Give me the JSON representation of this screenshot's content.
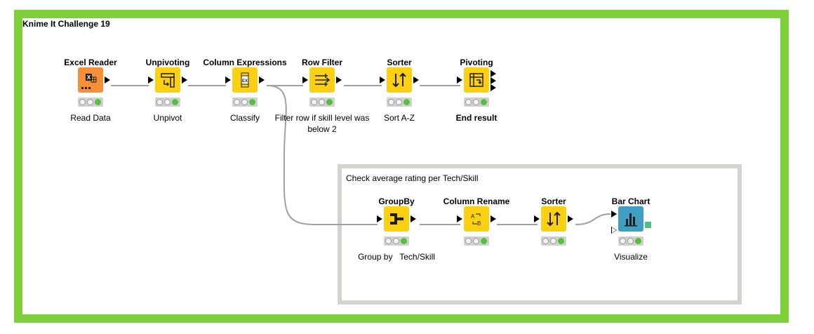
{
  "workflow": {
    "title": "Knime It Challenge 19"
  },
  "annotation_box": {
    "title": "Check average rating per Tech/Skill"
  },
  "nodes": {
    "excel_reader": {
      "name": "Excel Reader",
      "annotation": "Read Data"
    },
    "unpivoting": {
      "name": "Unpivoting",
      "annotation": "Unpivot"
    },
    "column_expressions": {
      "name": "Column Expressions",
      "annotation": "Classify"
    },
    "row_filter": {
      "name": "Row Filter",
      "annotation": "Filter row if skill level was below 2"
    },
    "sorter1": {
      "name": "Sorter",
      "annotation": "Sort A-Z"
    },
    "pivoting": {
      "name": "Pivoting",
      "annotation": "End result"
    },
    "groupby": {
      "name": "GroupBy",
      "annotation": "Group by   Tech/Skill"
    },
    "column_rename": {
      "name": "Column Rename",
      "annotation": ""
    },
    "sorter2": {
      "name": "Sorter",
      "annotation": ""
    },
    "bar_chart": {
      "name": "Bar Chart",
      "annotation": "Visualize"
    }
  },
  "colors": {
    "frame": "#7ed03a",
    "manipulator": "#fcd012",
    "source": "#f49037",
    "view": "#3f9ec1",
    "annotation_border": "#d4d4ce"
  }
}
